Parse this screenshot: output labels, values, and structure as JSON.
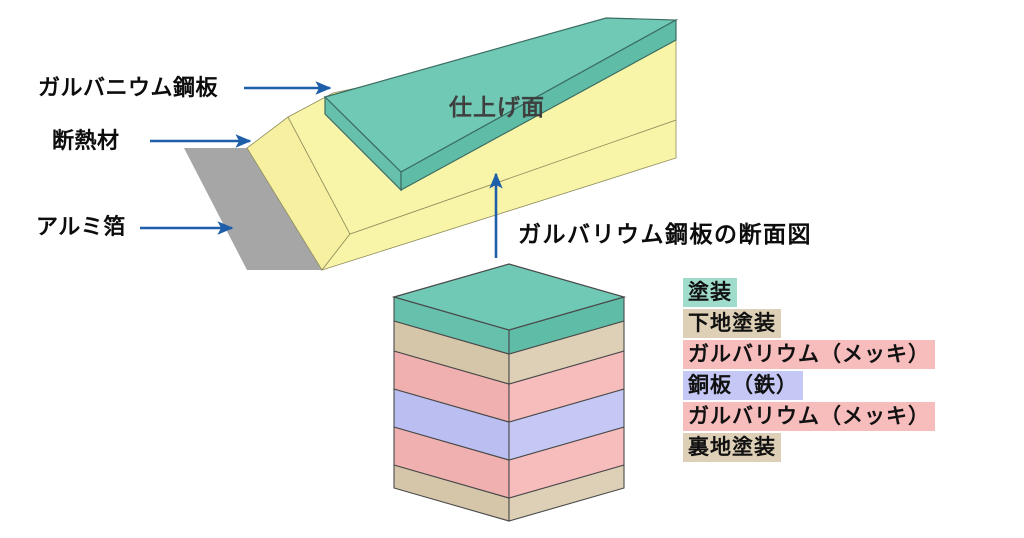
{
  "diagram": {
    "title": "ガルバリウム鋼板の断面図",
    "callouts": [
      {
        "id": "galvanium-panel",
        "label": "ガルバニウム鋼板"
      },
      {
        "id": "insulation",
        "label": "断熱材"
      },
      {
        "id": "aluminum-foil",
        "label": "アルミ箔"
      }
    ],
    "face_label": "仕上げ面",
    "cross_section_caption": "ガルバリウム鋼板の断面図"
  },
  "colors": {
    "arrow": "#1F5FA9",
    "teal": "#6FC9B4",
    "teal_side": "#66C0AC",
    "teal_edge": "#3C6E63",
    "yellow": "#F9F5A8",
    "yellow_side": "#F6F0A0",
    "gray": "#A6A6A6",
    "tan": "#DED0B6",
    "tan_side": "#D6C6A9",
    "pink": "#F7BCBC",
    "pink_side": "#F0B0B0",
    "lavender": "#C5C8F5",
    "lavender_side": "#BBBEF0",
    "stroke": "#4A4A4A",
    "text_dark": "#0D0D0D",
    "text_face": "#3F3F3F"
  },
  "cross_section": {
    "layers": [
      {
        "name": "塗装",
        "color": "#6FC9B4"
      },
      {
        "name": "下地塗装",
        "color": "#DED0B6"
      },
      {
        "name": "ガルバリウム（メッキ）",
        "color": "#F7BCBC"
      },
      {
        "name": "銅板（鉄）",
        "color": "#C5C8F5"
      },
      {
        "name": "ガルバリウム（メッキ）",
        "color": "#F7BCBC"
      },
      {
        "name": "裏地塗装",
        "color": "#DED0B6"
      }
    ]
  },
  "legend": {
    "items": [
      {
        "label": "塗装",
        "color": "#9FDCCB"
      },
      {
        "label": "下地塗装",
        "color": "#DED0B6"
      },
      {
        "label": "ガルバリウム（メッキ）",
        "color": "#F7BCBC"
      },
      {
        "label": "銅板（鉄）",
        "color": "#C5C8F5"
      },
      {
        "label": "ガルバリウム（メッキ）",
        "color": "#F7BCBC"
      },
      {
        "label": "裏地塗装",
        "color": "#DED0B6"
      }
    ]
  }
}
